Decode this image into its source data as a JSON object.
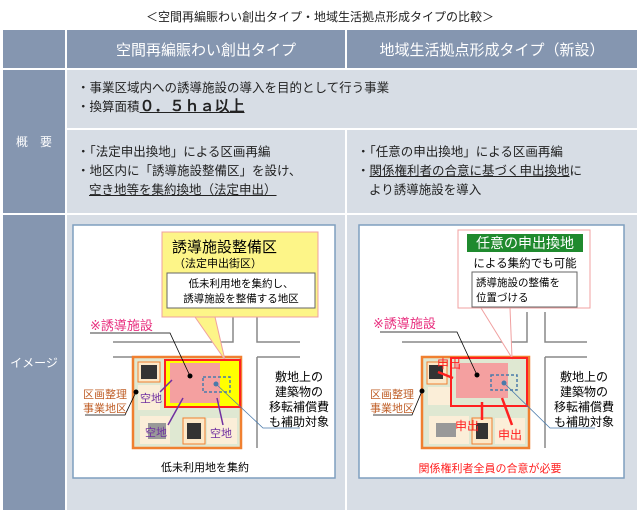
{
  "title": "＜空間再編賑わい創出タイプ・地域生活拠点形成タイプの比較＞",
  "header": {
    "col1": "空間再編賑わい創出タイプ",
    "col2": "地域生活拠点形成タイプ（新設）"
  },
  "rows": {
    "overview_label": "概　要",
    "image_label": "イメージ"
  },
  "overview_common": {
    "line1": "・事業区域内への誘導施設の導入を目的として行う事業",
    "line2_prefix": "・換算面積",
    "line2_value": "０．５ｈａ以上"
  },
  "overview_col1": {
    "line1": "・「法定申出換地」による区画再編",
    "line2": "・地区内に「誘導施設整備区」を設け、",
    "line3": "空き地等を集約換地（法定申出）"
  },
  "overview_col2": {
    "line1": "・「任意の申出換地」による区画再編",
    "line2_underlined": "関係権利者の合意に基づく申出換地",
    "line2_prefix": "・",
    "line2_suffix": "に",
    "line3": "より誘導施設を導入"
  },
  "diagram_left": {
    "callout_title": "誘導施設整備区",
    "callout_sub": "（法定申出街区）",
    "note1": "低未利用地を集約し、",
    "note2": "誘導施設を整備する地区",
    "facility": "※誘導施設",
    "district1": "区画整理",
    "district2": "事業地区",
    "vacant": "空地",
    "comp1": "敷地上の",
    "comp2": "建築物の",
    "comp3": "移転補償費",
    "comp4": "も補助対象",
    "caption": "低未利用地を集約"
  },
  "diagram_right": {
    "callout_title": "任意の申出換地",
    "callout_sub": "による集約でも可能",
    "note1": "誘導施設の整備を",
    "note2": "位置づける",
    "facility": "※誘導施設",
    "district1": "区画整理",
    "district2": "事業地区",
    "request": "申出",
    "comp1": "敷地上の",
    "comp2": "建築物の",
    "comp3": "移転補償費",
    "comp4": "も補助対象",
    "caption": "関係権利者全員の合意が必要"
  },
  "colors": {
    "header": "#8596b0",
    "cell": "#d7dde5",
    "pink": "#e8307f",
    "red": "#ff2020",
    "orange": "#f08030",
    "green": "#1f8a2e",
    "purple": "#7030a0"
  }
}
